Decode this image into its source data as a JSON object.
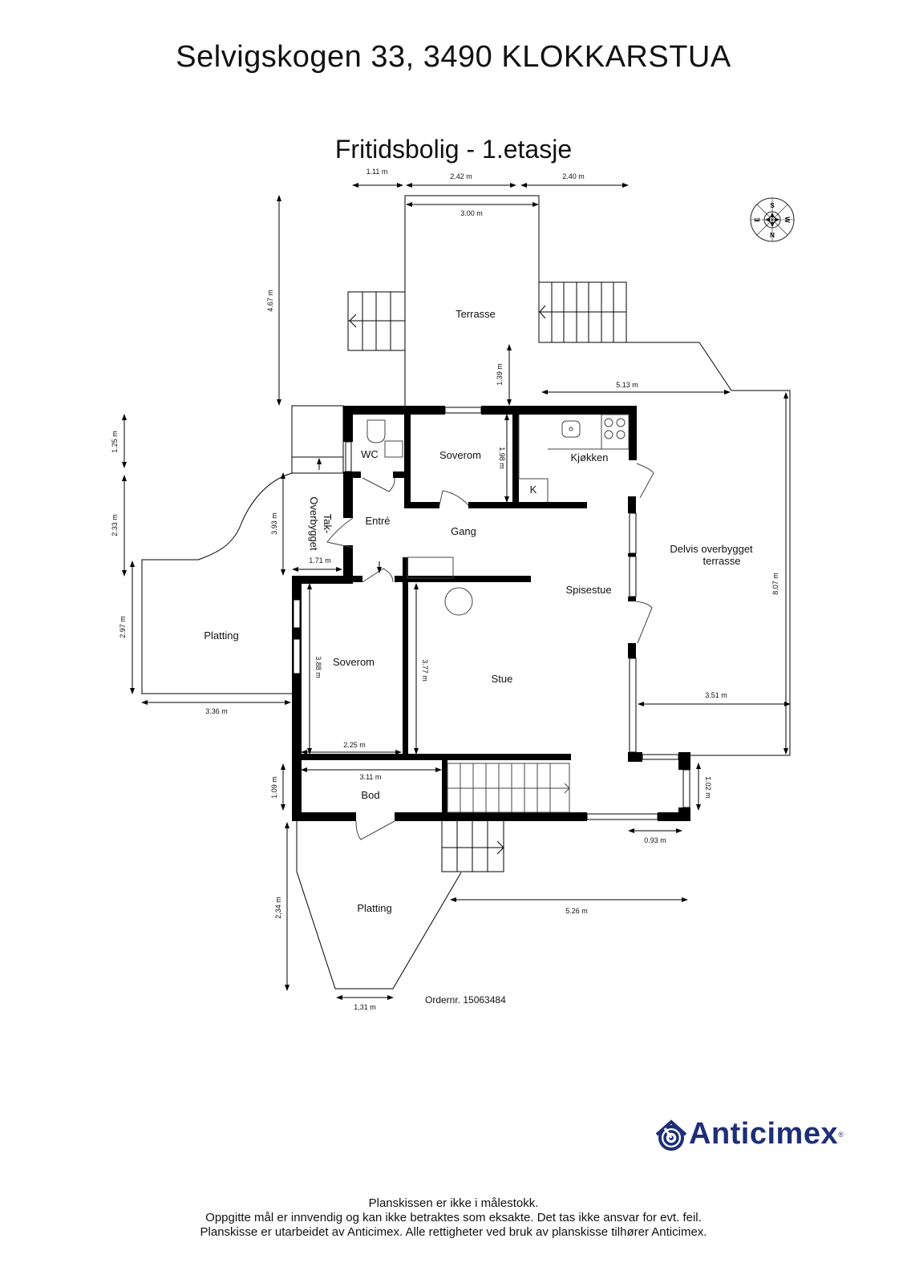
{
  "header": {
    "address": "Selvigskogen 33, 3490 KLOKKARSTUA",
    "floor_title": "Fritidsbolig  - 1.etasje"
  },
  "compass": {
    "icon": "compass-rose-icon",
    "labels": {
      "top": "S",
      "bottom": "N",
      "left": "E",
      "right": "W"
    }
  },
  "rooms": {
    "terrasse": "Terrasse",
    "wc": "WC",
    "soverom_1": "Soverom",
    "kjokken": "Kjøkken",
    "kjokken_k": "K",
    "entre": "Entré",
    "gang": "Gang",
    "tak_overbygget_line1": "Tak-",
    "tak_overbygget_line2": "Overbygget",
    "delvis_line1": "Delvis overbygget",
    "delvis_line2": "terrasse",
    "spisestue": "Spisestue",
    "platting_west": "Platting",
    "soverom_2": "Soverom",
    "stue": "Stue",
    "bod": "Bod",
    "platting_south": "Platting"
  },
  "dimensions": {
    "top_left": "1.11 m",
    "top_mid": "2.42 m",
    "top_right": "2.40 m",
    "terrasse_width": "3.00 m",
    "terrasse_height": "4.67 m",
    "terrasse_gap": "1.39 m",
    "east_top": "5.13 m",
    "left_125": "1.25 m",
    "left_233": "2.33 m",
    "soverom1_height": "1.98 m",
    "tak_height": "3.93 m",
    "tak_width": "1.71 m",
    "east_terrace_height": "8.07 m",
    "platting_west_height": "2.97 m",
    "platting_west_width": "3.36 m",
    "soverom2_height": "3.88 m",
    "stue_height": "3.77 m",
    "east_terrace_width": "3.51 m",
    "soverom2_width": "2.25 m",
    "bod_width": "3.11 m",
    "bod_height": "1.09 m",
    "bay_height": "1.02 m",
    "bay_width": "0.93 m",
    "platting_south_height": "2,34 m",
    "platting_south_offset": "5.26 m",
    "platting_south_bottom": "1,31 m"
  },
  "order_number": "Ordernr. 15063484",
  "brand": {
    "name": "Anticimex",
    "registered": "®",
    "color": "#1e2f78"
  },
  "footer": {
    "line1": "Planskissen er ikke i målestokk.",
    "line2": "Oppgitte mål er innvendig og kan ikke betraktes som eksakte. Det tas ikke ansvar for evt. feil.",
    "line3": "Planskisse er utarbeidet av Anticimex. Alle rettigheter ved bruk av planskisse tilhører Anticimex."
  }
}
